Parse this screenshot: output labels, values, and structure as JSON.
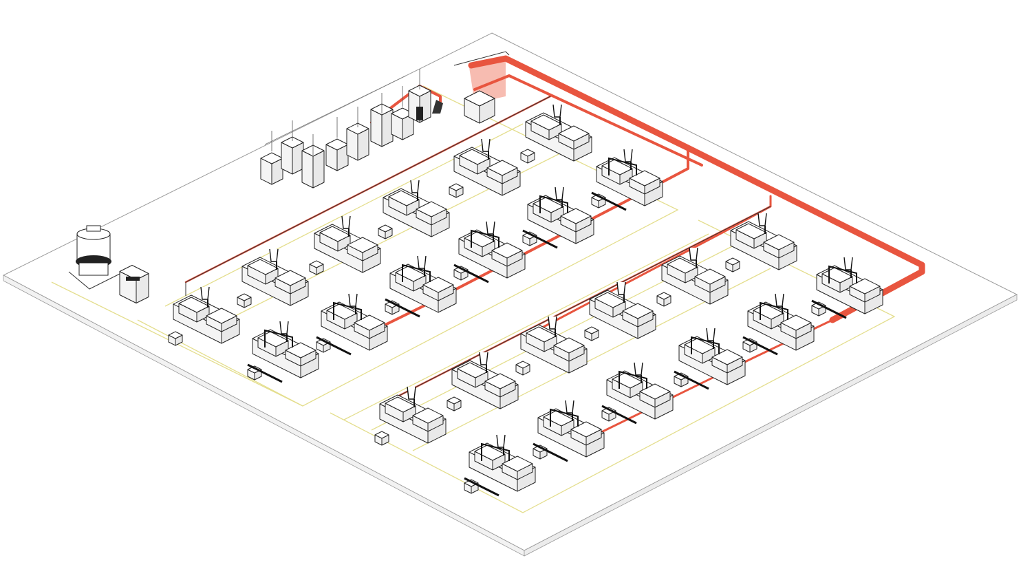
{
  "diagram": {
    "type": "isometric factory layout",
    "colors": {
      "pipe": "#e8553f",
      "pipe_light": "#f3a090",
      "floor": "#ffffff",
      "floor_edge": "#9a9a9a",
      "zone_line": "#e4de8e",
      "machine_stroke": "#222222",
      "machine_fill": "#ffffff"
    },
    "groups": [
      {
        "name": "molding-row-1",
        "count": 6
      },
      {
        "name": "molding-row-2-with-robots",
        "count": 6
      },
      {
        "name": "molding-row-3",
        "count": 6
      },
      {
        "name": "molding-row-4-with-robots",
        "count": 6
      },
      {
        "name": "dryer-loader-cluster",
        "count": 8
      },
      {
        "name": "cooling-tower",
        "count": 1
      },
      {
        "name": "chiller",
        "count": 1
      },
      {
        "name": "central-control-unit",
        "count": 1
      }
    ]
  }
}
